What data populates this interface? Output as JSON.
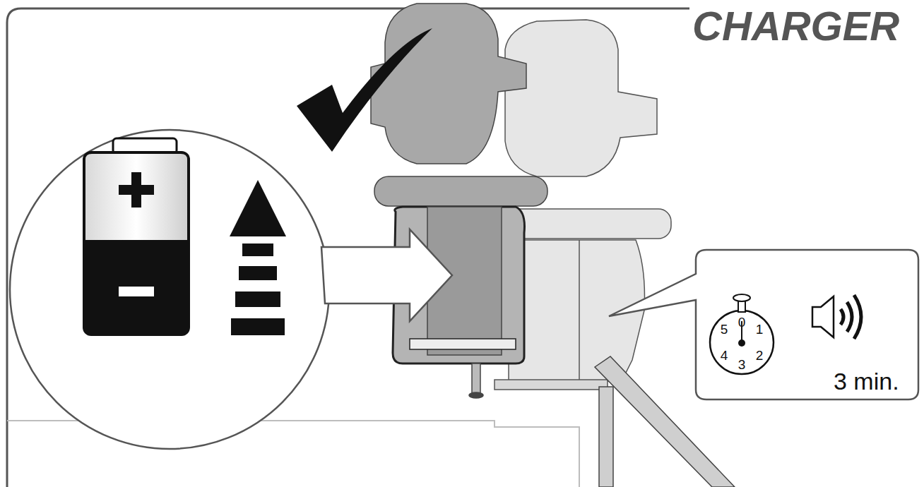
{
  "diagram": {
    "title": "CHARGER",
    "labels": [
      "0",
      "1",
      "2",
      "3",
      "4",
      "5",
      "3 min."
    ]
  }
}
